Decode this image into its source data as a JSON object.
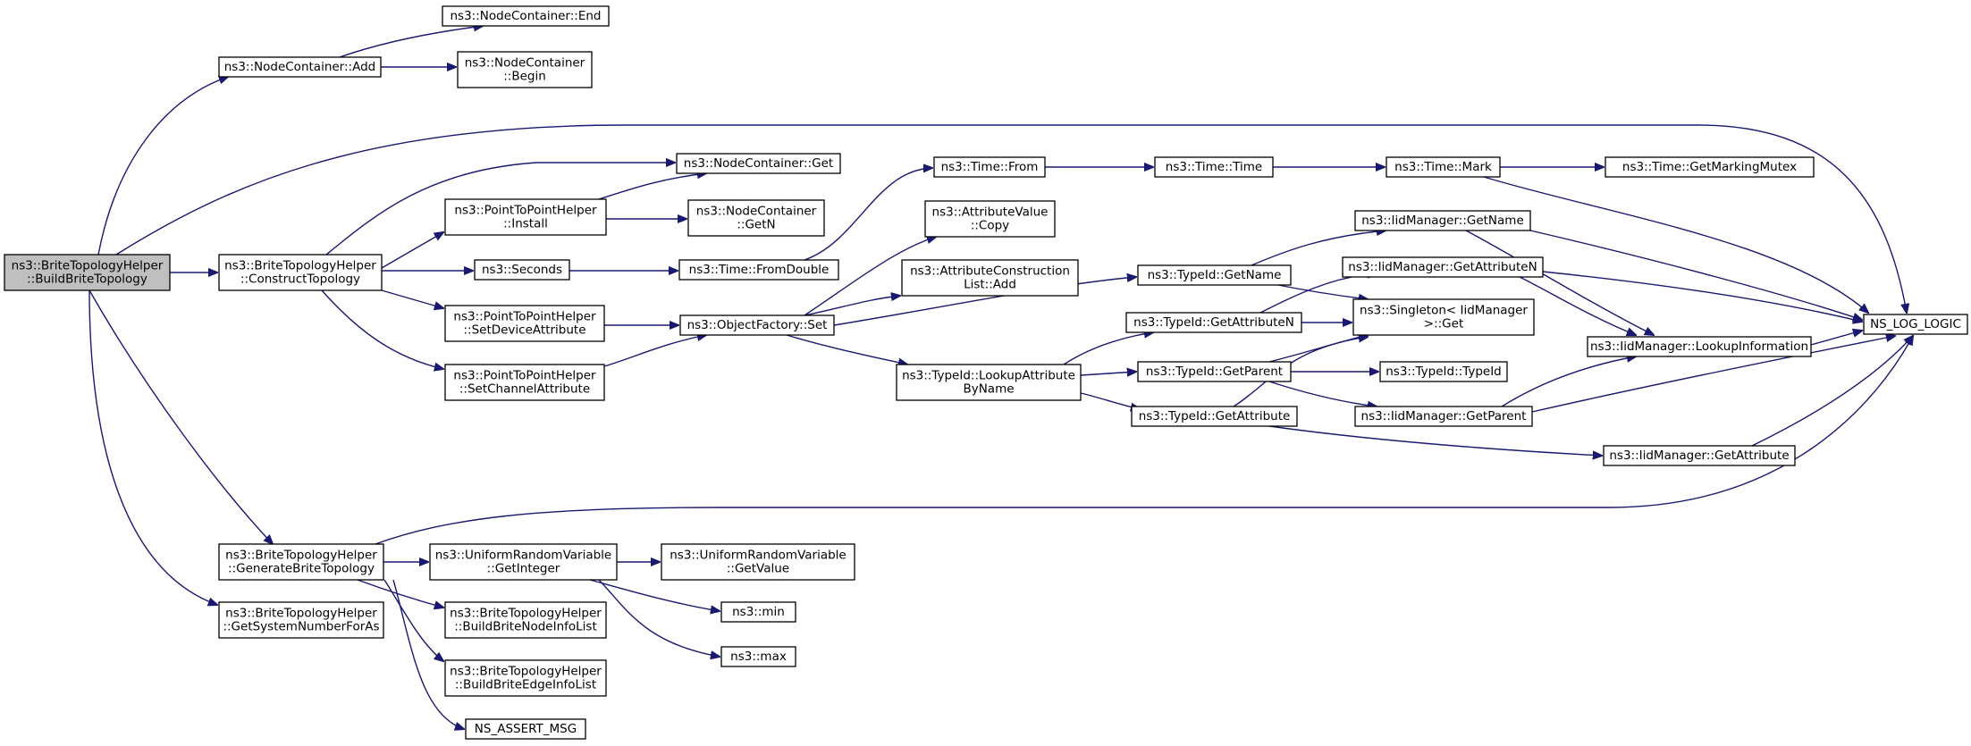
{
  "diagram": {
    "title": "",
    "colors": {
      "edge": "#191970",
      "root_fill": "#bfbfbf",
      "node_fill": "#ffffff",
      "border": "#000000"
    },
    "nodes": [
      {
        "id": "root",
        "lines": [
          "ns3::BriteTopologyHelper",
          "::BuildBriteTopology"
        ],
        "root": true
      },
      {
        "id": "ncAdd",
        "lines": [
          "ns3::NodeContainer::Add"
        ]
      },
      {
        "id": "ncEnd",
        "lines": [
          "ns3::NodeContainer::End"
        ]
      },
      {
        "id": "ncBegin",
        "lines": [
          "ns3::NodeContainer",
          "::Begin"
        ]
      },
      {
        "id": "construct",
        "lines": [
          "ns3::BriteTopologyHelper",
          "::ConstructTopology"
        ]
      },
      {
        "id": "ncGet",
        "lines": [
          "ns3::NodeContainer::Get"
        ]
      },
      {
        "id": "p2pInstall",
        "lines": [
          "ns3::PointToPointHelper",
          "::Install"
        ]
      },
      {
        "id": "ncGetN",
        "lines": [
          "ns3::NodeContainer",
          "::GetN"
        ]
      },
      {
        "id": "seconds",
        "lines": [
          "ns3::Seconds"
        ]
      },
      {
        "id": "fromDouble",
        "lines": [
          "ns3::Time::FromDouble"
        ]
      },
      {
        "id": "timeFrom",
        "lines": [
          "ns3::Time::From"
        ]
      },
      {
        "id": "timeTime",
        "lines": [
          "ns3::Time::Time"
        ]
      },
      {
        "id": "timeMark",
        "lines": [
          "ns3::Time::Mark"
        ]
      },
      {
        "id": "markMutex",
        "lines": [
          "ns3::Time::GetMarkingMutex"
        ]
      },
      {
        "id": "avCopy",
        "lines": [
          "ns3::AttributeValue",
          "::Copy"
        ]
      },
      {
        "id": "acAdd",
        "lines": [
          "ns3::AttributeConstruction",
          "List::Add"
        ]
      },
      {
        "id": "setDev",
        "lines": [
          "ns3::PointToPointHelper",
          "::SetDeviceAttribute"
        ]
      },
      {
        "id": "setChan",
        "lines": [
          "ns3::PointToPointHelper",
          "::SetChannelAttribute"
        ]
      },
      {
        "id": "ofSet",
        "lines": [
          "ns3::ObjectFactory::Set"
        ]
      },
      {
        "id": "tidGetName",
        "lines": [
          "ns3::TypeId::GetName"
        ]
      },
      {
        "id": "tidLookup",
        "lines": [
          "ns3::TypeId::LookupAttribute",
          "ByName"
        ]
      },
      {
        "id": "tidGetAttrN",
        "lines": [
          "ns3::TypeId::GetAttributeN"
        ]
      },
      {
        "id": "tidGetParent",
        "lines": [
          "ns3::TypeId::GetParent"
        ]
      },
      {
        "id": "tidGetAttr",
        "lines": [
          "ns3::TypeId::GetAttribute"
        ]
      },
      {
        "id": "imGetName",
        "lines": [
          "ns3::IidManager::GetName"
        ]
      },
      {
        "id": "imGetAttrN",
        "lines": [
          "ns3::IidManager::GetAttributeN"
        ]
      },
      {
        "id": "singleton",
        "lines": [
          "ns3::Singleton< IidManager",
          ">::Get"
        ]
      },
      {
        "id": "tidTypeId",
        "lines": [
          "ns3::TypeId::TypeId"
        ]
      },
      {
        "id": "imGetParent",
        "lines": [
          "ns3::IidManager::GetParent"
        ]
      },
      {
        "id": "imGetAttr",
        "lines": [
          "ns3::IidManager::GetAttribute"
        ]
      },
      {
        "id": "imLookupInfo",
        "lines": [
          "ns3::IidManager::LookupInformation"
        ]
      },
      {
        "id": "nsLog",
        "lines": [
          "NS_LOG_LOGIC"
        ]
      },
      {
        "id": "genBrite",
        "lines": [
          "ns3::BriteTopologyHelper",
          "::GenerateBriteTopology"
        ]
      },
      {
        "id": "getSysNum",
        "lines": [
          "ns3::BriteTopologyHelper",
          "::GetSystemNumberForAs"
        ]
      },
      {
        "id": "urvGetInt",
        "lines": [
          "ns3::UniformRandomVariable",
          "::GetInteger"
        ]
      },
      {
        "id": "urvGetVal",
        "lines": [
          "ns3::UniformRandomVariable",
          "::GetValue"
        ]
      },
      {
        "id": "min",
        "lines": [
          "ns3::min"
        ]
      },
      {
        "id": "max",
        "lines": [
          "ns3::max"
        ]
      },
      {
        "id": "buildNode",
        "lines": [
          "ns3::BriteTopologyHelper",
          "::BuildBriteNodeInfoList"
        ]
      },
      {
        "id": "buildEdge",
        "lines": [
          "ns3::BriteTopologyHelper",
          "::BuildBriteEdgeInfoList"
        ]
      },
      {
        "id": "assertMsg",
        "lines": [
          "NS_ASSERT_MSG"
        ]
      }
    ],
    "edges": [
      [
        "root",
        "ncAdd"
      ],
      [
        "root",
        "construct"
      ],
      [
        "root",
        "genBrite"
      ],
      [
        "root",
        "getSysNum"
      ],
      [
        "root",
        "nsLog"
      ],
      [
        "ncAdd",
        "ncEnd"
      ],
      [
        "ncAdd",
        "ncBegin"
      ],
      [
        "construct",
        "ncGet"
      ],
      [
        "construct",
        "p2pInstall"
      ],
      [
        "construct",
        "seconds"
      ],
      [
        "construct",
        "setDev"
      ],
      [
        "construct",
        "setChan"
      ],
      [
        "p2pInstall",
        "ncGet"
      ],
      [
        "p2pInstall",
        "ncGetN"
      ],
      [
        "seconds",
        "fromDouble"
      ],
      [
        "fromDouble",
        "timeFrom"
      ],
      [
        "timeFrom",
        "timeTime"
      ],
      [
        "timeTime",
        "timeMark"
      ],
      [
        "timeMark",
        "markMutex"
      ],
      [
        "timeMark",
        "nsLog"
      ],
      [
        "setDev",
        "ofSet"
      ],
      [
        "setChan",
        "ofSet"
      ],
      [
        "ofSet",
        "avCopy"
      ],
      [
        "ofSet",
        "acAdd"
      ],
      [
        "ofSet",
        "tidGetName"
      ],
      [
        "ofSet",
        "tidLookup"
      ],
      [
        "tidGetName",
        "imGetName"
      ],
      [
        "tidGetName",
        "singleton"
      ],
      [
        "tidLookup",
        "tidGetAttrN"
      ],
      [
        "tidLookup",
        "tidGetParent"
      ],
      [
        "tidLookup",
        "tidGetAttr"
      ],
      [
        "tidGetAttrN",
        "imGetAttrN"
      ],
      [
        "tidGetAttrN",
        "singleton"
      ],
      [
        "tidGetParent",
        "singleton"
      ],
      [
        "tidGetParent",
        "tidTypeId"
      ],
      [
        "tidGetParent",
        "imGetParent"
      ],
      [
        "tidGetAttr",
        "singleton"
      ],
      [
        "tidGetAttr",
        "imGetAttr"
      ],
      [
        "imGetName",
        "nsLog"
      ],
      [
        "imGetName",
        "imLookupInfo"
      ],
      [
        "imGetAttrN",
        "nsLog"
      ],
      [
        "imGetAttrN",
        "imLookupInfo"
      ],
      [
        "imGetParent",
        "imLookupInfo"
      ],
      [
        "imGetParent",
        "nsLog"
      ],
      [
        "imGetAttr",
        "nsLog"
      ],
      [
        "imLookupInfo",
        "nsLog"
      ],
      [
        "genBrite",
        "urvGetInt"
      ],
      [
        "genBrite",
        "buildNode"
      ],
      [
        "genBrite",
        "buildEdge"
      ],
      [
        "genBrite",
        "assertMsg"
      ],
      [
        "genBrite",
        "nsLog"
      ],
      [
        "urvGetInt",
        "urvGetVal"
      ],
      [
        "urvGetInt",
        "min"
      ],
      [
        "urvGetInt",
        "max"
      ]
    ]
  }
}
